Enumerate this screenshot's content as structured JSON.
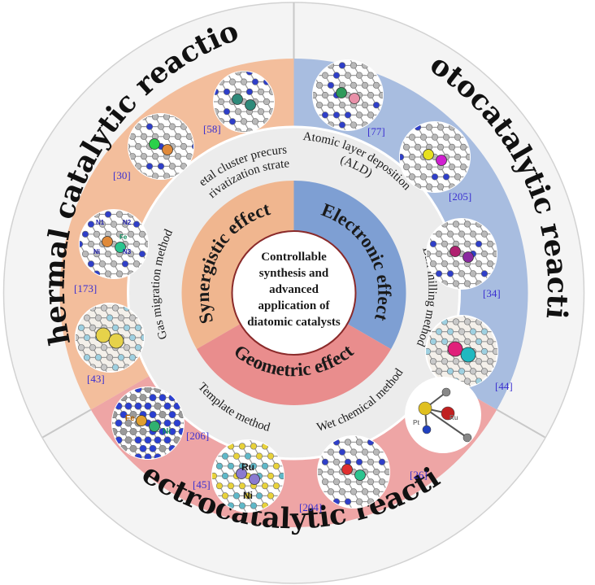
{
  "outer_sectors": [
    {
      "id": "thermal",
      "label": "Thermal catalytic reaction"
    },
    {
      "id": "photo",
      "label": "Photocatalytic reaction"
    },
    {
      "id": "electro",
      "label": "Electrocatalytic reaction"
    }
  ],
  "methods": [
    {
      "id": "metal-cluster",
      "lines": [
        "Metal cluster precursor",
        "derivatization strategy"
      ]
    },
    {
      "id": "ald",
      "lines": [
        "Atomic layer deposition",
        "(ALD)"
      ]
    },
    {
      "id": "gas-migration",
      "lines": [
        "Gas migration method"
      ]
    },
    {
      "id": "ball-milling",
      "lines": [
        "Ball milling method"
      ]
    },
    {
      "id": "template",
      "lines": [
        "Template method"
      ]
    },
    {
      "id": "wet-chemical",
      "lines": [
        "Wet chemical method"
      ]
    }
  ],
  "effects": [
    {
      "id": "synergistic",
      "label": "Synergistic effect"
    },
    {
      "id": "electronic",
      "label": "Electronic effect"
    },
    {
      "id": "geometric",
      "label": "Geometric effect"
    }
  ],
  "center": {
    "lines": [
      "Controllable",
      "synthesis and",
      "advanced",
      "application of",
      "diatomic catalysts"
    ]
  },
  "references": [
    "[58]",
    "[30]",
    "[173]",
    "[43]",
    "[77]",
    "[205]",
    "[34]",
    "[44]",
    "[206]",
    "[45]",
    "[204]",
    "[26]"
  ],
  "atom_labels": {
    "fe_ni": [
      "Fe",
      "Ni"
    ],
    "ru_ni": [
      "Ru",
      "Ni"
    ],
    "pt_ru": [
      "Pt",
      "Ru"
    ],
    "n_labels": [
      "N1",
      "N2",
      "N3",
      "Ni",
      "Fe"
    ]
  },
  "colors": {
    "thermal": "#f3be9c",
    "photo": "#a8bde0",
    "electro": "#eea5a5",
    "synergistic": "#f0b68f",
    "electronic": "#7e9fd3",
    "geometric": "#e98d8d",
    "ring_gray": "#ececec",
    "reference": "#3a2fd0"
  }
}
